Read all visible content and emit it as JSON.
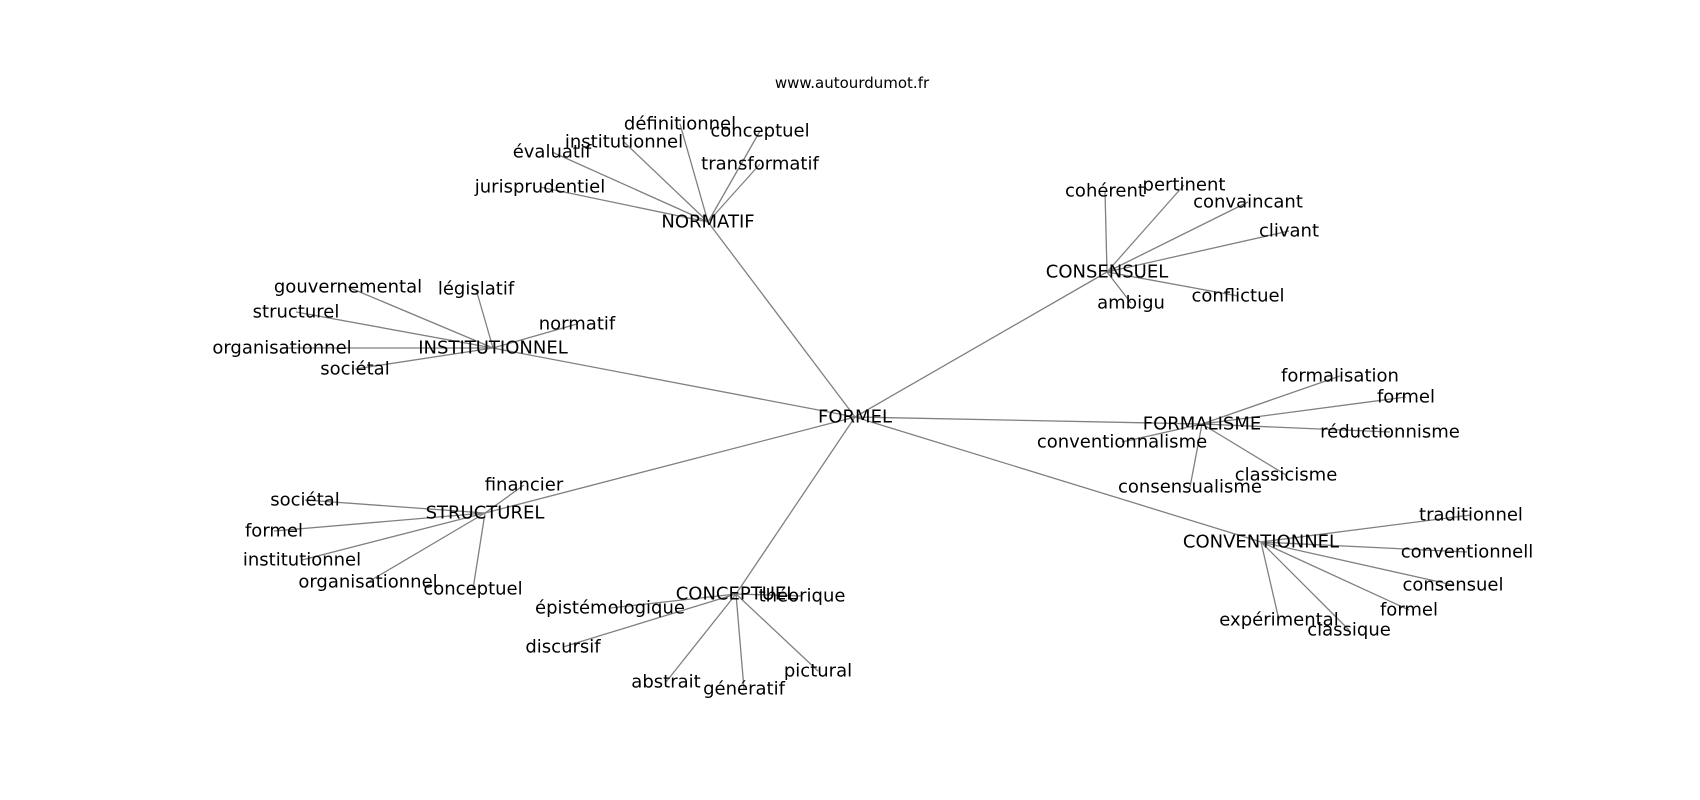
{
  "site": "www.autourdumot.fr",
  "colors": {
    "edge": "#808080",
    "text": "#000000",
    "background": "#ffffff"
  },
  "graph": {
    "root": "FORMEL",
    "hubs": [
      {
        "id": "normatif",
        "label": "NORMATIF",
        "leaves": [
          "définitionnel",
          "institutionnel",
          "évaluatif",
          "conceptuel",
          "transformatif",
          "jurisprudentiel"
        ]
      },
      {
        "id": "consensuel",
        "label": "CONSENSUEL",
        "leaves": [
          "cohérent",
          "pertinent",
          "convaincant",
          "clivant",
          "conflictuel",
          "ambigu"
        ]
      },
      {
        "id": "institutionnel",
        "label": "INSTITUTIONNEL",
        "leaves": [
          "gouvernemental",
          "législatif",
          "normatif",
          "organisationnel",
          "sociétal",
          "structurel"
        ]
      },
      {
        "id": "formalisme",
        "label": "FORMALISME",
        "leaves": [
          "formalisation",
          "formel",
          "réductionnisme",
          "conventionnalisme",
          "classicisme",
          "consensualisme"
        ]
      },
      {
        "id": "structurel",
        "label": "STRUCTUREL",
        "leaves": [
          "financier",
          "sociétal",
          "formel",
          "institutionnel",
          "organisationnel",
          "conceptuel"
        ]
      },
      {
        "id": "conventionnel",
        "label": "CONVENTIONNEL",
        "leaves": [
          "traditionnel",
          "conventionnell",
          "consensuel",
          "formel",
          "classique",
          "expérimental"
        ]
      },
      {
        "id": "conceptuel",
        "label": "CONCEPTUEL",
        "leaves": [
          "épistémologique",
          "théorique",
          "discursif",
          "abstrait",
          "génératif",
          "pictural"
        ]
      }
    ]
  }
}
